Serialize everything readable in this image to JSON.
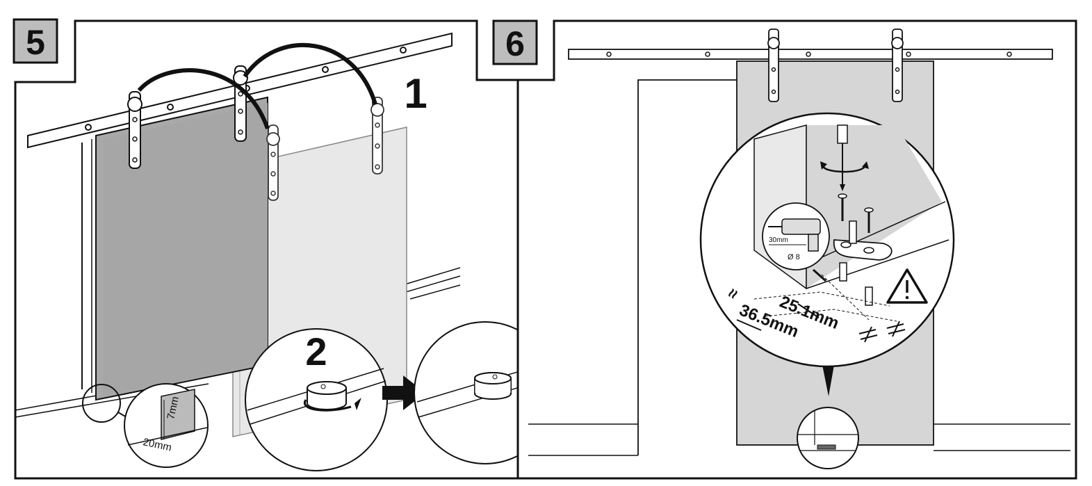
{
  "steps": {
    "step5": {
      "number": "5"
    },
    "step6": {
      "number": "6"
    }
  },
  "callouts": {
    "sub1": "1",
    "sub2": "2"
  },
  "dimensions": {
    "guide_height": "7mm",
    "guide_offset": "20mm",
    "drill_depth": "30mm",
    "drill_diameter": "Ø 8",
    "hole_spacing_a": "25.1mm",
    "hole_spacing_b": "36.5mm",
    "approx_sign": "≈"
  },
  "icons": [
    "warning-icon",
    "drill-icon",
    "rotate-arrow-icon",
    "right-arrow-icon",
    "screw-icon",
    "door-stopper-icon",
    "floor-guide-icon",
    "roller-hanger-icon"
  ],
  "colors": {
    "door": "#d6d6d6",
    "door_front": "#a9a9a9",
    "door_ghost": "#e8e8e8",
    "line": "#111111",
    "badge": "#bdbdbd"
  }
}
